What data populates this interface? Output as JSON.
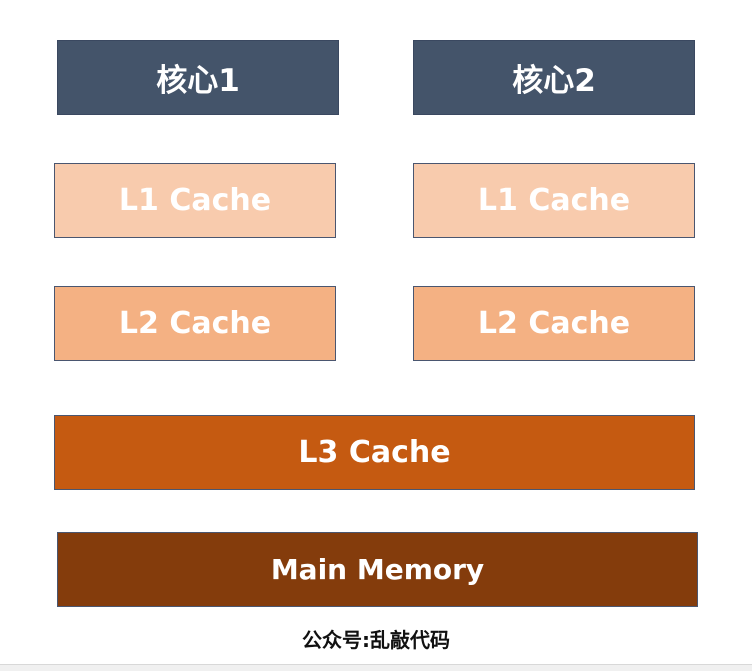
{
  "diagram": {
    "cores": [
      {
        "label": "核心1"
      },
      {
        "label": "核心2"
      }
    ],
    "l1": [
      {
        "label": "L1 Cache"
      },
      {
        "label": "L1 Cache"
      }
    ],
    "l2": [
      {
        "label": "L2 Cache"
      },
      {
        "label": "L2 Cache"
      }
    ],
    "l3": {
      "label": "L3 Cache"
    },
    "memory": {
      "label": "Main Memory"
    },
    "caption": "公众号:乱敲代码"
  },
  "colors": {
    "core": "#44546a",
    "l1": "#f8cbad",
    "l2": "#f4b183",
    "l3": "#c55a11",
    "memory": "#843c0c"
  }
}
